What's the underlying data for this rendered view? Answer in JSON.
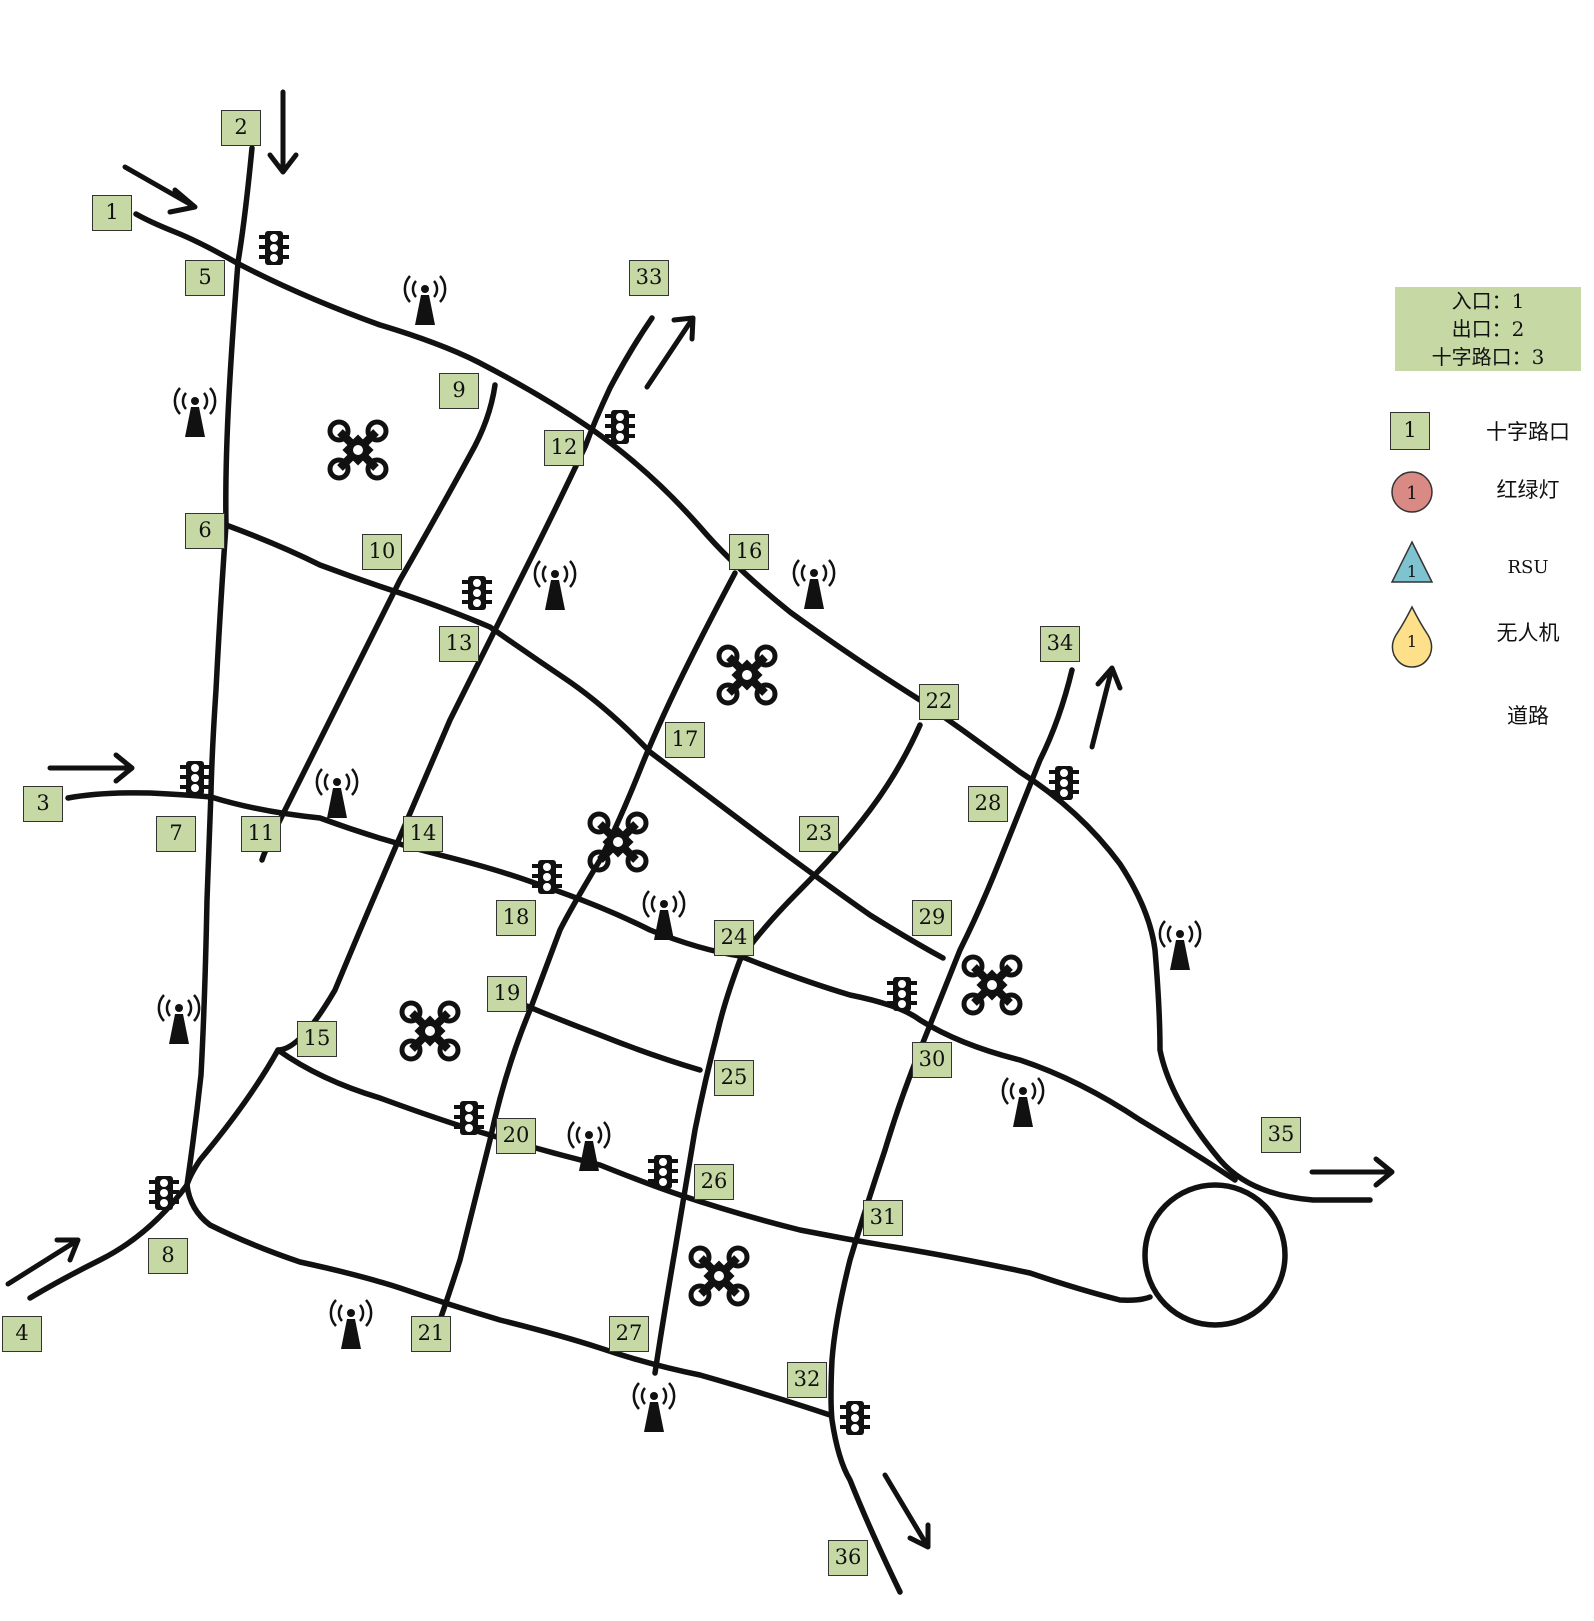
{
  "summary_box": {
    "line1": "入口：1",
    "line2": "出口：2",
    "line3": "十字路口：3"
  },
  "legend": {
    "intersection_number": "1",
    "intersection_label": "十字路口",
    "light_number": "1",
    "light_label": "红绿灯",
    "rsu_number": "1",
    "rsu_label": "RSU",
    "drone_number": "1",
    "drone_label": "无人机",
    "road_label": "道路"
  },
  "nodes": [
    "1",
    "2",
    "3",
    "4",
    "5",
    "6",
    "7",
    "8",
    "9",
    "10",
    "11",
    "12",
    "13",
    "14",
    "15",
    "16",
    "17",
    "18",
    "19",
    "20",
    "21",
    "22",
    "23",
    "24",
    "25",
    "26",
    "27",
    "28",
    "29",
    "30",
    "31",
    "32",
    "33",
    "34",
    "35",
    "36"
  ],
  "colors": {
    "node_fill": "#c6d9a4",
    "light_fill": "#d98a85",
    "rsu_fill": "#7fc3d0",
    "drone_fill": "#ffe08a",
    "road": "#111111"
  }
}
